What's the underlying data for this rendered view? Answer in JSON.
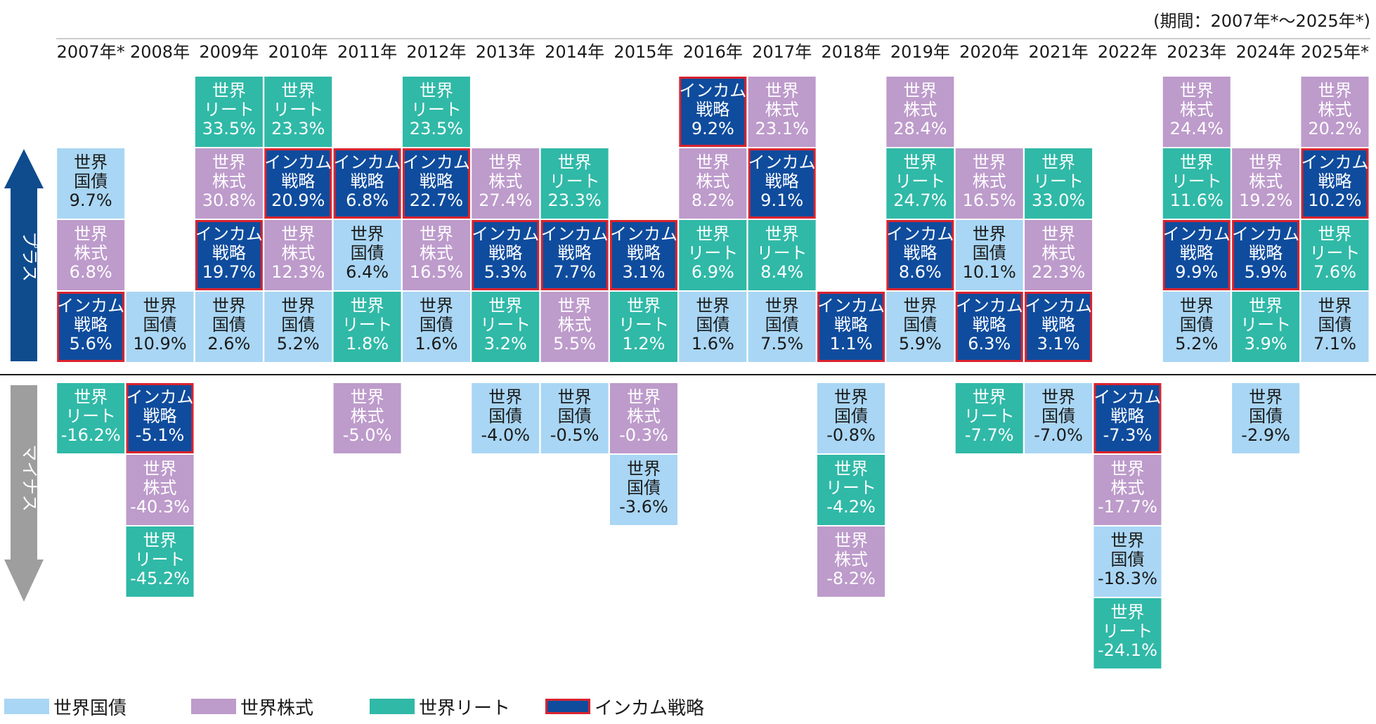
{
  "period_note": "(期間：2007年*～2025年*)",
  "axis": {
    "plus_label": "プラス",
    "minus_label": "マイナス"
  },
  "colors": {
    "bonds": "#a9d6f4",
    "stocks": "#bd9bcb",
    "reits": "#30b9a7",
    "income": "#0f4c9d",
    "income_border": "#d9232e",
    "plus_arrow": "#0f4c8e",
    "minus_arrow": "#9e9e9e"
  },
  "legend": [
    {
      "key": "bonds",
      "label": "世界国債"
    },
    {
      "key": "stocks",
      "label": "世界株式"
    },
    {
      "key": "reits",
      "label": "世界リート"
    },
    {
      "key": "income",
      "label": "インカム戦略"
    }
  ],
  "chart_data": {
    "type": "table",
    "categories": [
      "2007年*",
      "2008年",
      "2009年",
      "2010年",
      "2011年",
      "2012年",
      "2013年",
      "2014年",
      "2015年",
      "2016年",
      "2017年",
      "2018年",
      "2019年",
      "2020年",
      "2021年",
      "2022年",
      "2023年",
      "2024年",
      "2025年*"
    ],
    "asset_names": {
      "bonds": [
        "世界",
        "国債"
      ],
      "stocks": [
        "世界",
        "株式"
      ],
      "reits": [
        "世界",
        "リート"
      ],
      "income": [
        "インカム",
        "戦略"
      ]
    },
    "series": [
      {
        "key": "bonds",
        "values": [
          9.7,
          10.9,
          2.6,
          5.2,
          6.4,
          1.6,
          -4.0,
          -0.5,
          -3.6,
          1.6,
          7.5,
          -0.8,
          5.9,
          10.1,
          -7.0,
          -18.3,
          5.2,
          -2.9,
          7.1
        ]
      },
      {
        "key": "stocks",
        "values": [
          6.8,
          -40.3,
          30.8,
          12.3,
          -5.0,
          16.5,
          27.4,
          5.5,
          -0.3,
          8.2,
          23.1,
          -8.2,
          28.4,
          16.5,
          22.3,
          -17.7,
          24.4,
          19.2,
          20.2
        ]
      },
      {
        "key": "reits",
        "values": [
          -16.2,
          -45.2,
          33.5,
          23.3,
          1.8,
          23.5,
          3.2,
          23.3,
          1.2,
          6.9,
          8.4,
          -4.2,
          24.7,
          -7.7,
          33.0,
          -24.1,
          11.6,
          3.9,
          7.6
        ]
      },
      {
        "key": "income",
        "values": [
          5.6,
          -5.1,
          19.7,
          20.9,
          6.8,
          22.7,
          5.3,
          7.7,
          3.1,
          9.2,
          9.1,
          1.1,
          8.6,
          6.3,
          3.1,
          -7.3,
          9.9,
          5.9,
          10.2
        ]
      }
    ]
  }
}
